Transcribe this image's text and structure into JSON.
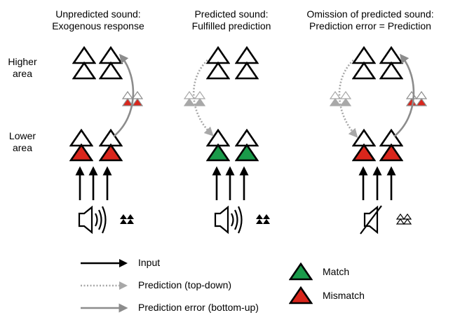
{
  "panels": [
    {
      "title_line1": "Unpredicted sound:",
      "title_line2": "Exogenous response",
      "lower_color": "red"
    },
    {
      "title_line1": "Predicted sound:",
      "title_line2": "Fulfilled prediction",
      "lower_color": "green"
    },
    {
      "title_line1": "Omission of predicted sound:",
      "title_line2": "Prediction error = Prediction",
      "lower_color": "red"
    }
  ],
  "levels": {
    "higher_line1": "Higher",
    "higher_line2": "area",
    "lower_line1": "Lower",
    "lower_line2": "area"
  },
  "legend": {
    "input": "Input",
    "prediction": "Prediction (top-down)",
    "prediction_error": "Prediction error (bottom-up)",
    "match": "Match",
    "mismatch": "Mismatch"
  },
  "colors": {
    "match": "#1a9a4a",
    "mismatch": "#d9261c",
    "arrow_gray": "#8c8c8c",
    "input": "#000000"
  },
  "icons": {
    "sound": "speaker-icon",
    "muted": "speaker-muted-icon"
  }
}
